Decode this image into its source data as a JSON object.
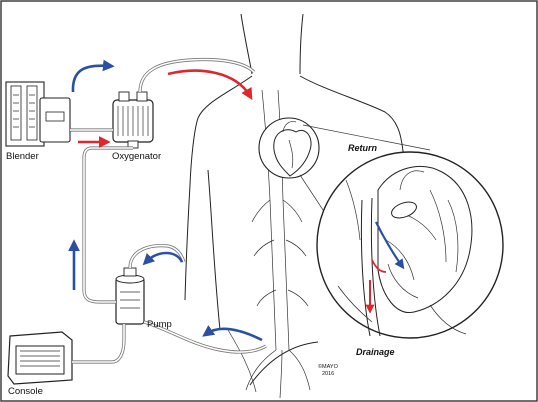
{
  "labels": {
    "blender": "Blender",
    "oxygenator": "Oxygenator",
    "pump": "Pump",
    "console": "Console",
    "return": "Return",
    "drainage": "Drainage",
    "copyright_line1": "©MAYO",
    "copyright_line2": "2016"
  },
  "colors": {
    "oxygenated_flow": "#e0262b",
    "deoxygenated_flow": "#2b4fa3",
    "outline": "#222222",
    "tubing": "#777777"
  },
  "icons": [
    "blender-device",
    "oxygenator-device",
    "pump-device",
    "console-device",
    "heart",
    "flow-arrow"
  ]
}
